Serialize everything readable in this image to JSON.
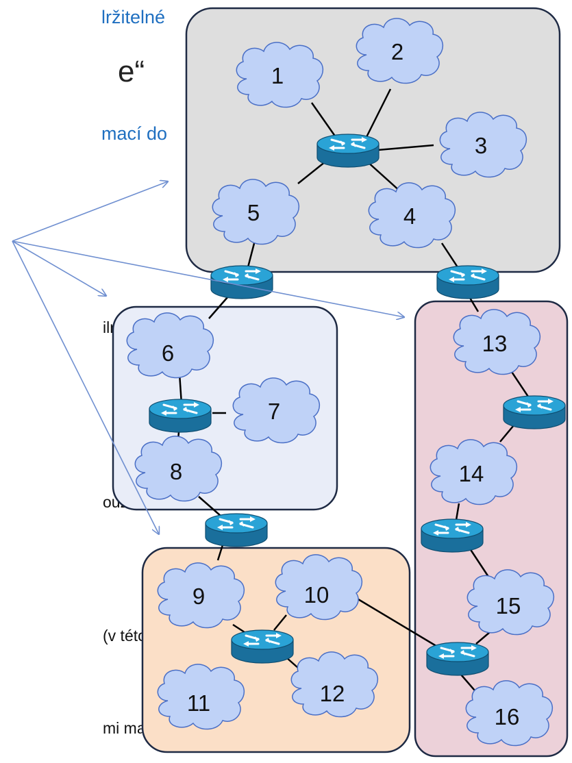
{
  "left_text": {
    "line1": "lržitelné",
    "line2": "e“",
    "line3": "mací do",
    "frag1": "ilní",
    "frag2": "ouze",
    "frag3": "(v této",
    "frag4": "mi malé"
  },
  "colors": {
    "title_blue": "#1f6fc0",
    "area_gray": "#dedede",
    "area_blue": "#e9edf8",
    "area_orange": "#fbdfc7",
    "area_pink": "#ecd1d9",
    "border": "#1e2a44",
    "cloud_fill": "#bfd2f7",
    "cloud_stroke": "#4a6fc6",
    "router_fill": "#1a8bbf",
    "arrow": "#6f8fd0"
  },
  "areas": [
    {
      "id": "area-top",
      "color": "gray"
    },
    {
      "id": "area-left",
      "color": "blue"
    },
    {
      "id": "area-bottom",
      "color": "orange"
    },
    {
      "id": "area-right",
      "color": "pink"
    }
  ],
  "networks": [
    "1",
    "2",
    "3",
    "4",
    "5",
    "6",
    "7",
    "8",
    "9",
    "10",
    "11",
    "12",
    "13",
    "14",
    "15",
    "16"
  ],
  "icons": {
    "cloud": "cloud-icon",
    "router": "router-icon"
  }
}
